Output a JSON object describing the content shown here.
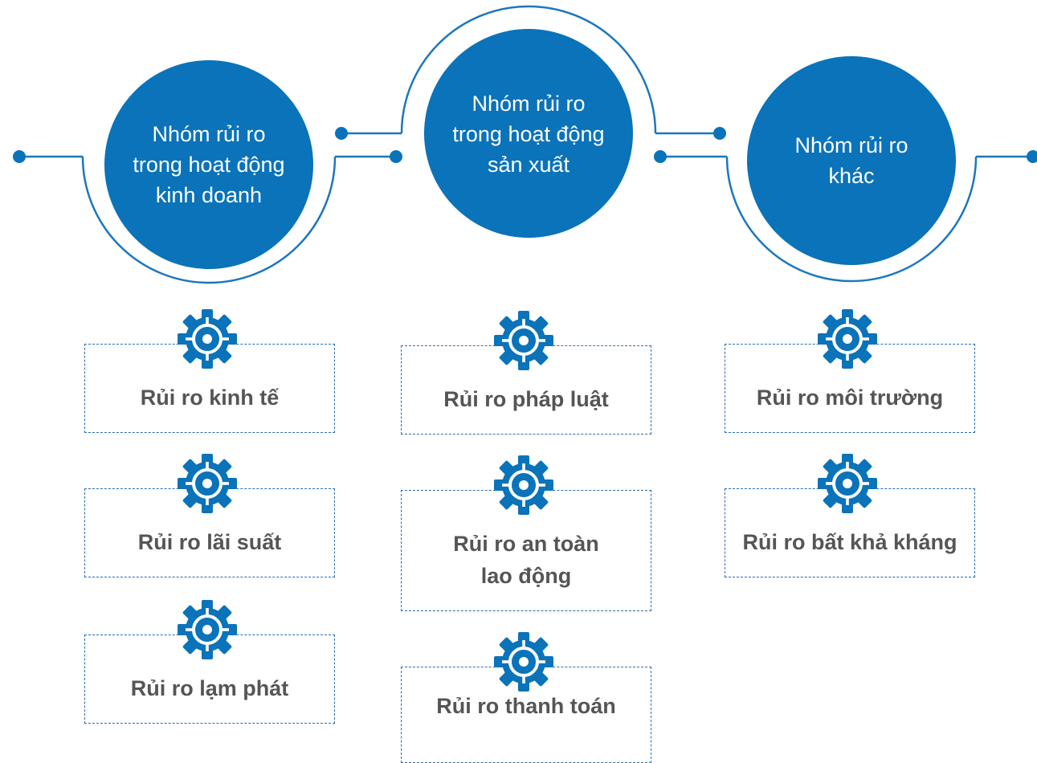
{
  "colors": {
    "primary": "#0a73b9",
    "line": "#1c77bc",
    "box_border": "#2a6ea8",
    "label_text": "#555555"
  },
  "icon": "gear-target-icon",
  "groups": [
    {
      "title": "Nhóm rủi ro\ntrong hoạt động\nkinh doanh",
      "risks": [
        "Rủi ro kinh tế",
        "Rủi ro lãi suất",
        "Rủi ro lạm phát"
      ]
    },
    {
      "title": "Nhóm rủi ro\ntrong hoạt động\nsản xuất",
      "risks": [
        "Rủi ro pháp luật",
        "Rủi ro an toàn\nlao động",
        "Rủi ro thanh toán"
      ]
    },
    {
      "title": "Nhóm rủi ro\nkhác",
      "risks": [
        "Rủi ro môi trường",
        "Rủi ro bất khả kháng"
      ]
    }
  ]
}
